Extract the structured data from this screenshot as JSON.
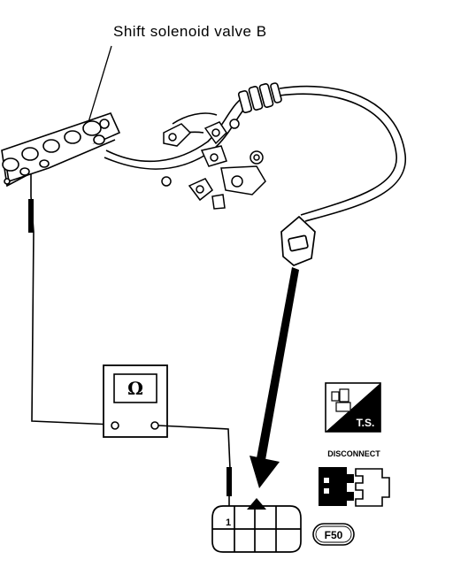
{
  "diagram": {
    "label": "Shift solenoid valve B",
    "meter_symbol": "Ω",
    "pin_number": "1",
    "ts_label": "T.S.",
    "disconnect_label": "DISCONNECT",
    "connector_code": "F50",
    "colors": {
      "ink": "#000000",
      "paper": "#ffffff"
    }
  }
}
